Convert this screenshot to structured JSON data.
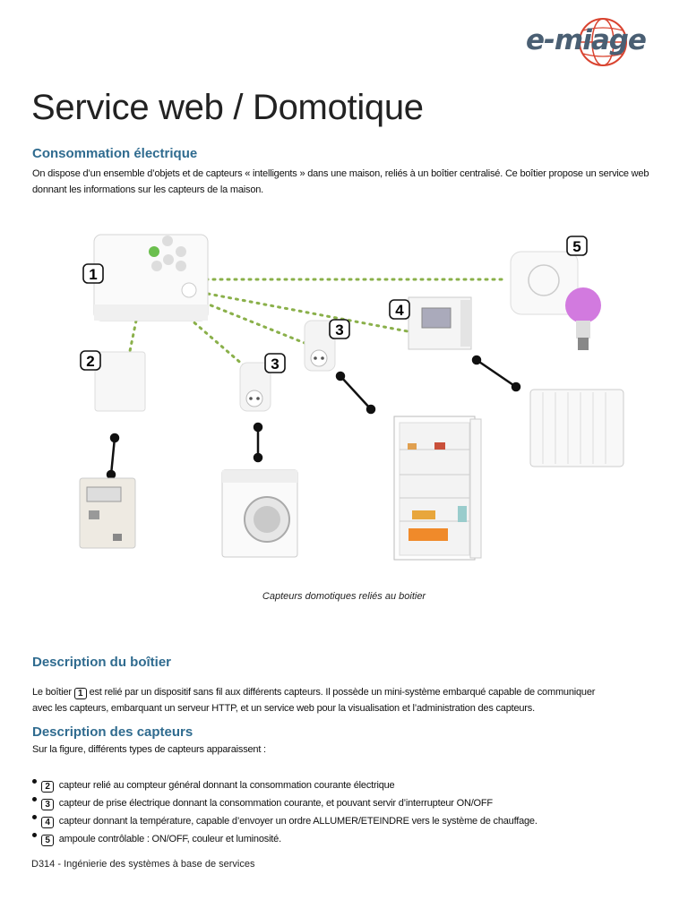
{
  "logo": {
    "text": "e-miage"
  },
  "title": "Service web / Domotique",
  "section1": {
    "heading": "Consommation électrique",
    "paragraph": "On dispose d’un ensemble d’objets et de capteurs « intelligents » dans une maison, reliés à un boîtier centralisé. Ce boîtier propose un service web donnant les informations sur les capteurs de la maison."
  },
  "figure": {
    "labels": [
      "1",
      "2",
      "3",
      "3",
      "4",
      "5"
    ],
    "caption": "Capteurs domotiques reliés au boitier"
  },
  "section2": {
    "heading": "Description du boîtier",
    "text_before": "Le boîtier",
    "marker": "1",
    "text_after": "est relié par un dispositif sans fil aux différents capteurs. Il possède un mini-système embarqué capable de communiquer",
    "line2": "avec les capteurs, embarquant un serveur HTTP, et un service web pour la visualisation et l’administration des capteurs."
  },
  "section3": {
    "heading": "Description des capteurs",
    "intro": "Sur la figure, différents types de capteurs apparaissent :",
    "items": [
      {
        "marker": "2",
        "text": "capteur relié au compteur général donnant la consommation courante électrique"
      },
      {
        "marker": "3",
        "text": "capteur de prise électrique donnant la consommation courante, et pouvant servir d’interrupteur ON/OFF"
      },
      {
        "marker": "4",
        "text": "capteur donnant la température, capable d’envoyer un ordre ALLUMER/ETEINDRE vers le système de chauffage."
      },
      {
        "marker": "5",
        "text": "ampoule contrôlable : ON/OFF, couleur et luminosité."
      }
    ]
  },
  "footer": "D314 - Ingénierie des systèmes à base de services",
  "colors": {
    "heading": "#2f6b8f",
    "link_dots": "#8ab04a",
    "logo_red": "#d9432f",
    "logo_text": "#4a5f73"
  }
}
